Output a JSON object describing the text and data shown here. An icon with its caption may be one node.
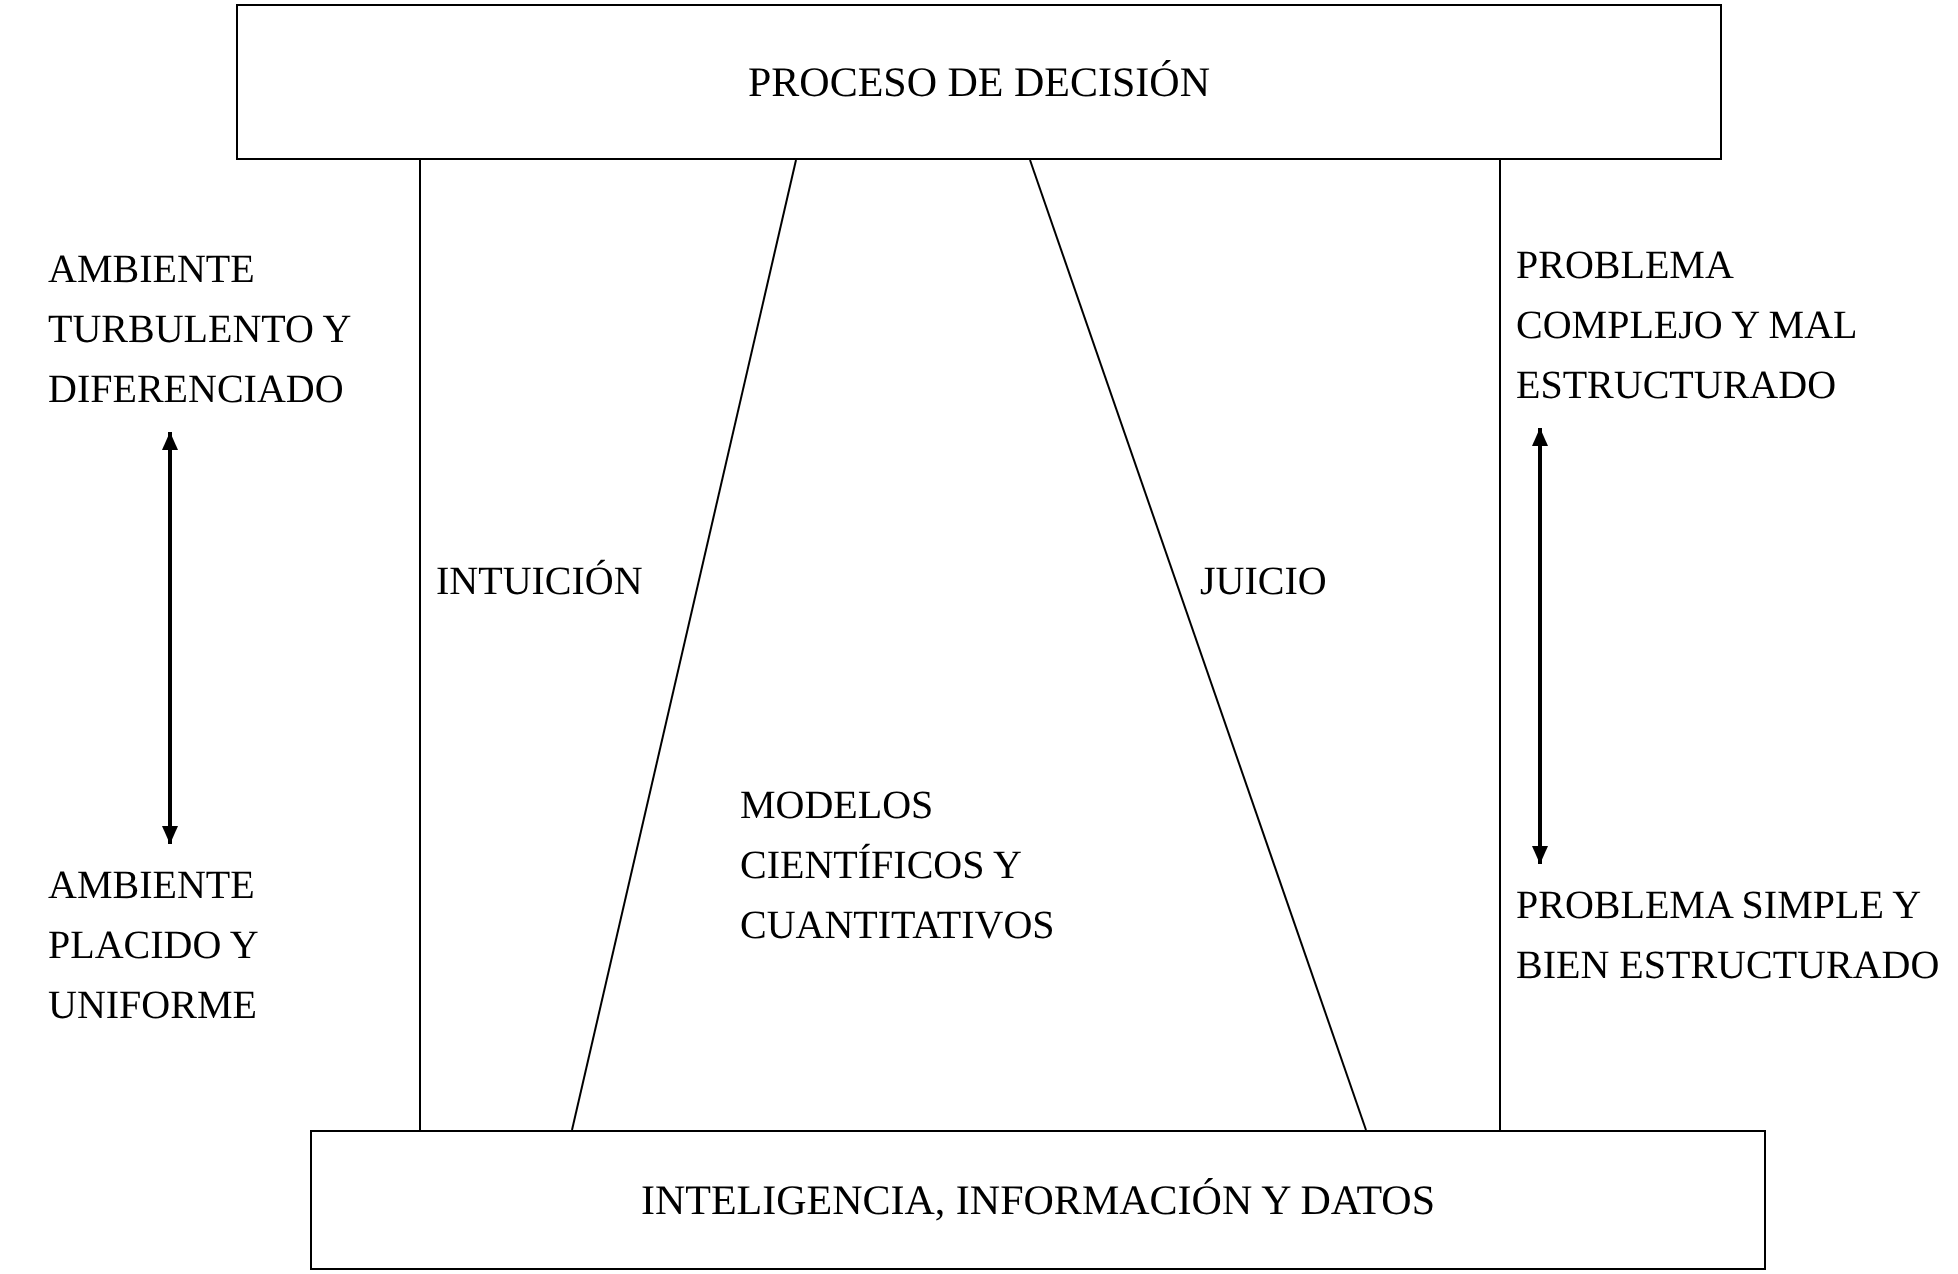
{
  "diagram": {
    "nodes": [
      {
        "text": [
          "PROCESO DE DECISIÓN"
        ]
      },
      {
        "text": [
          "INTELIGENCIA, INFORMACIÓN Y DATOS"
        ]
      },
      {
        "text": [
          "AMBIENTE TURBULENTO Y DIFERENCIADO"
        ]
      },
      {
        "text": [
          "AMBIENTE PLACIDO Y UNIFORME"
        ]
      },
      {
        "text": [
          "PROBLEMA COMPLEJO Y MAL ESTRUCTURADO"
        ]
      },
      {
        "text": [
          "PROBLEMA SIMPLE Y BIEN ESTRUCTURADO"
        ]
      }
    ],
    "edges": [
      {
        "from": 0,
        "to": 1,
        "arrow": "none"
      },
      {
        "from": 0,
        "to": 1,
        "arrow": "none"
      },
      {
        "from": 0,
        "to": 1,
        "arrow": "none"
      },
      {
        "from": 0,
        "to": 1,
        "arrow": "none"
      },
      {
        "from": 2,
        "to": 3,
        "arrow": "both"
      },
      {
        "from": 4,
        "to": 5,
        "arrow": "both"
      }
    ],
    "labels": [
      "INTUICIÓN",
      "JUICIO",
      "MODELOS CIENTÍFICOS Y CUANTITATIVOS"
    ]
  }
}
